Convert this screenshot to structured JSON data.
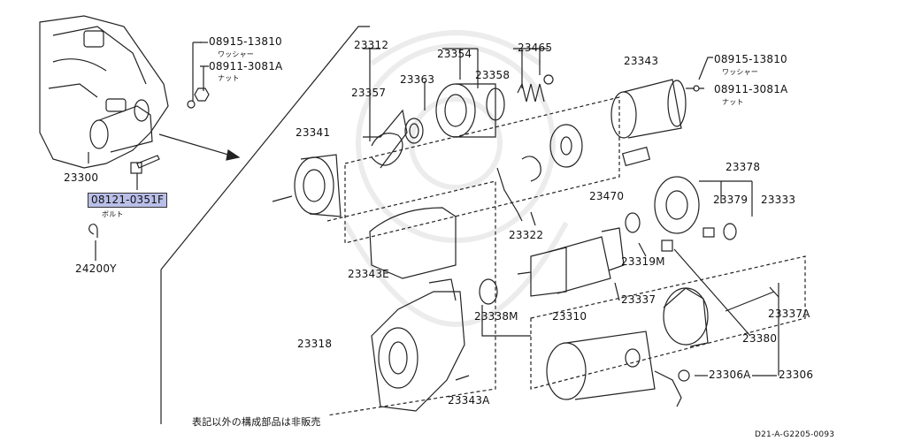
{
  "parts": {
    "p23312": "23312",
    "p23354": "23354",
    "p23465": "23465",
    "p23357": "23357",
    "p23363": "23363",
    "p23358": "23358",
    "p23343": "23343",
    "p23341": "23341",
    "p23470": "23470",
    "p23322": "23322",
    "p23343e": "23343E",
    "p23319m": "23319M",
    "p23378": "23378",
    "p23379": "23379",
    "p23333": "23333",
    "p23337": "23337",
    "p23337a": "23337A",
    "p23338m": "23338M",
    "p23310": "23310",
    "p23318": "23318",
    "p23380": "23380",
    "p23306a": "23306A",
    "p23306": "23306",
    "p23343a": "23343A",
    "p23300": "23300",
    "p24200y": "24200Y"
  },
  "callouts": {
    "washer_left": "08915-13810",
    "washer_left_note": "ワッシャー",
    "nut_left": "08911-3081A",
    "nut_left_note": "ナット",
    "washer_right": "08915-13810",
    "washer_right_note": "ワッシャー",
    "nut_right": "08911-3081A",
    "nut_right_note": "ナット",
    "bolt": "08121-0351F",
    "bolt_note": "ボルト"
  },
  "footer": {
    "note": "表記以外の構成部品は非販売",
    "diagram_code": "D21-A-G2205-0093"
  }
}
